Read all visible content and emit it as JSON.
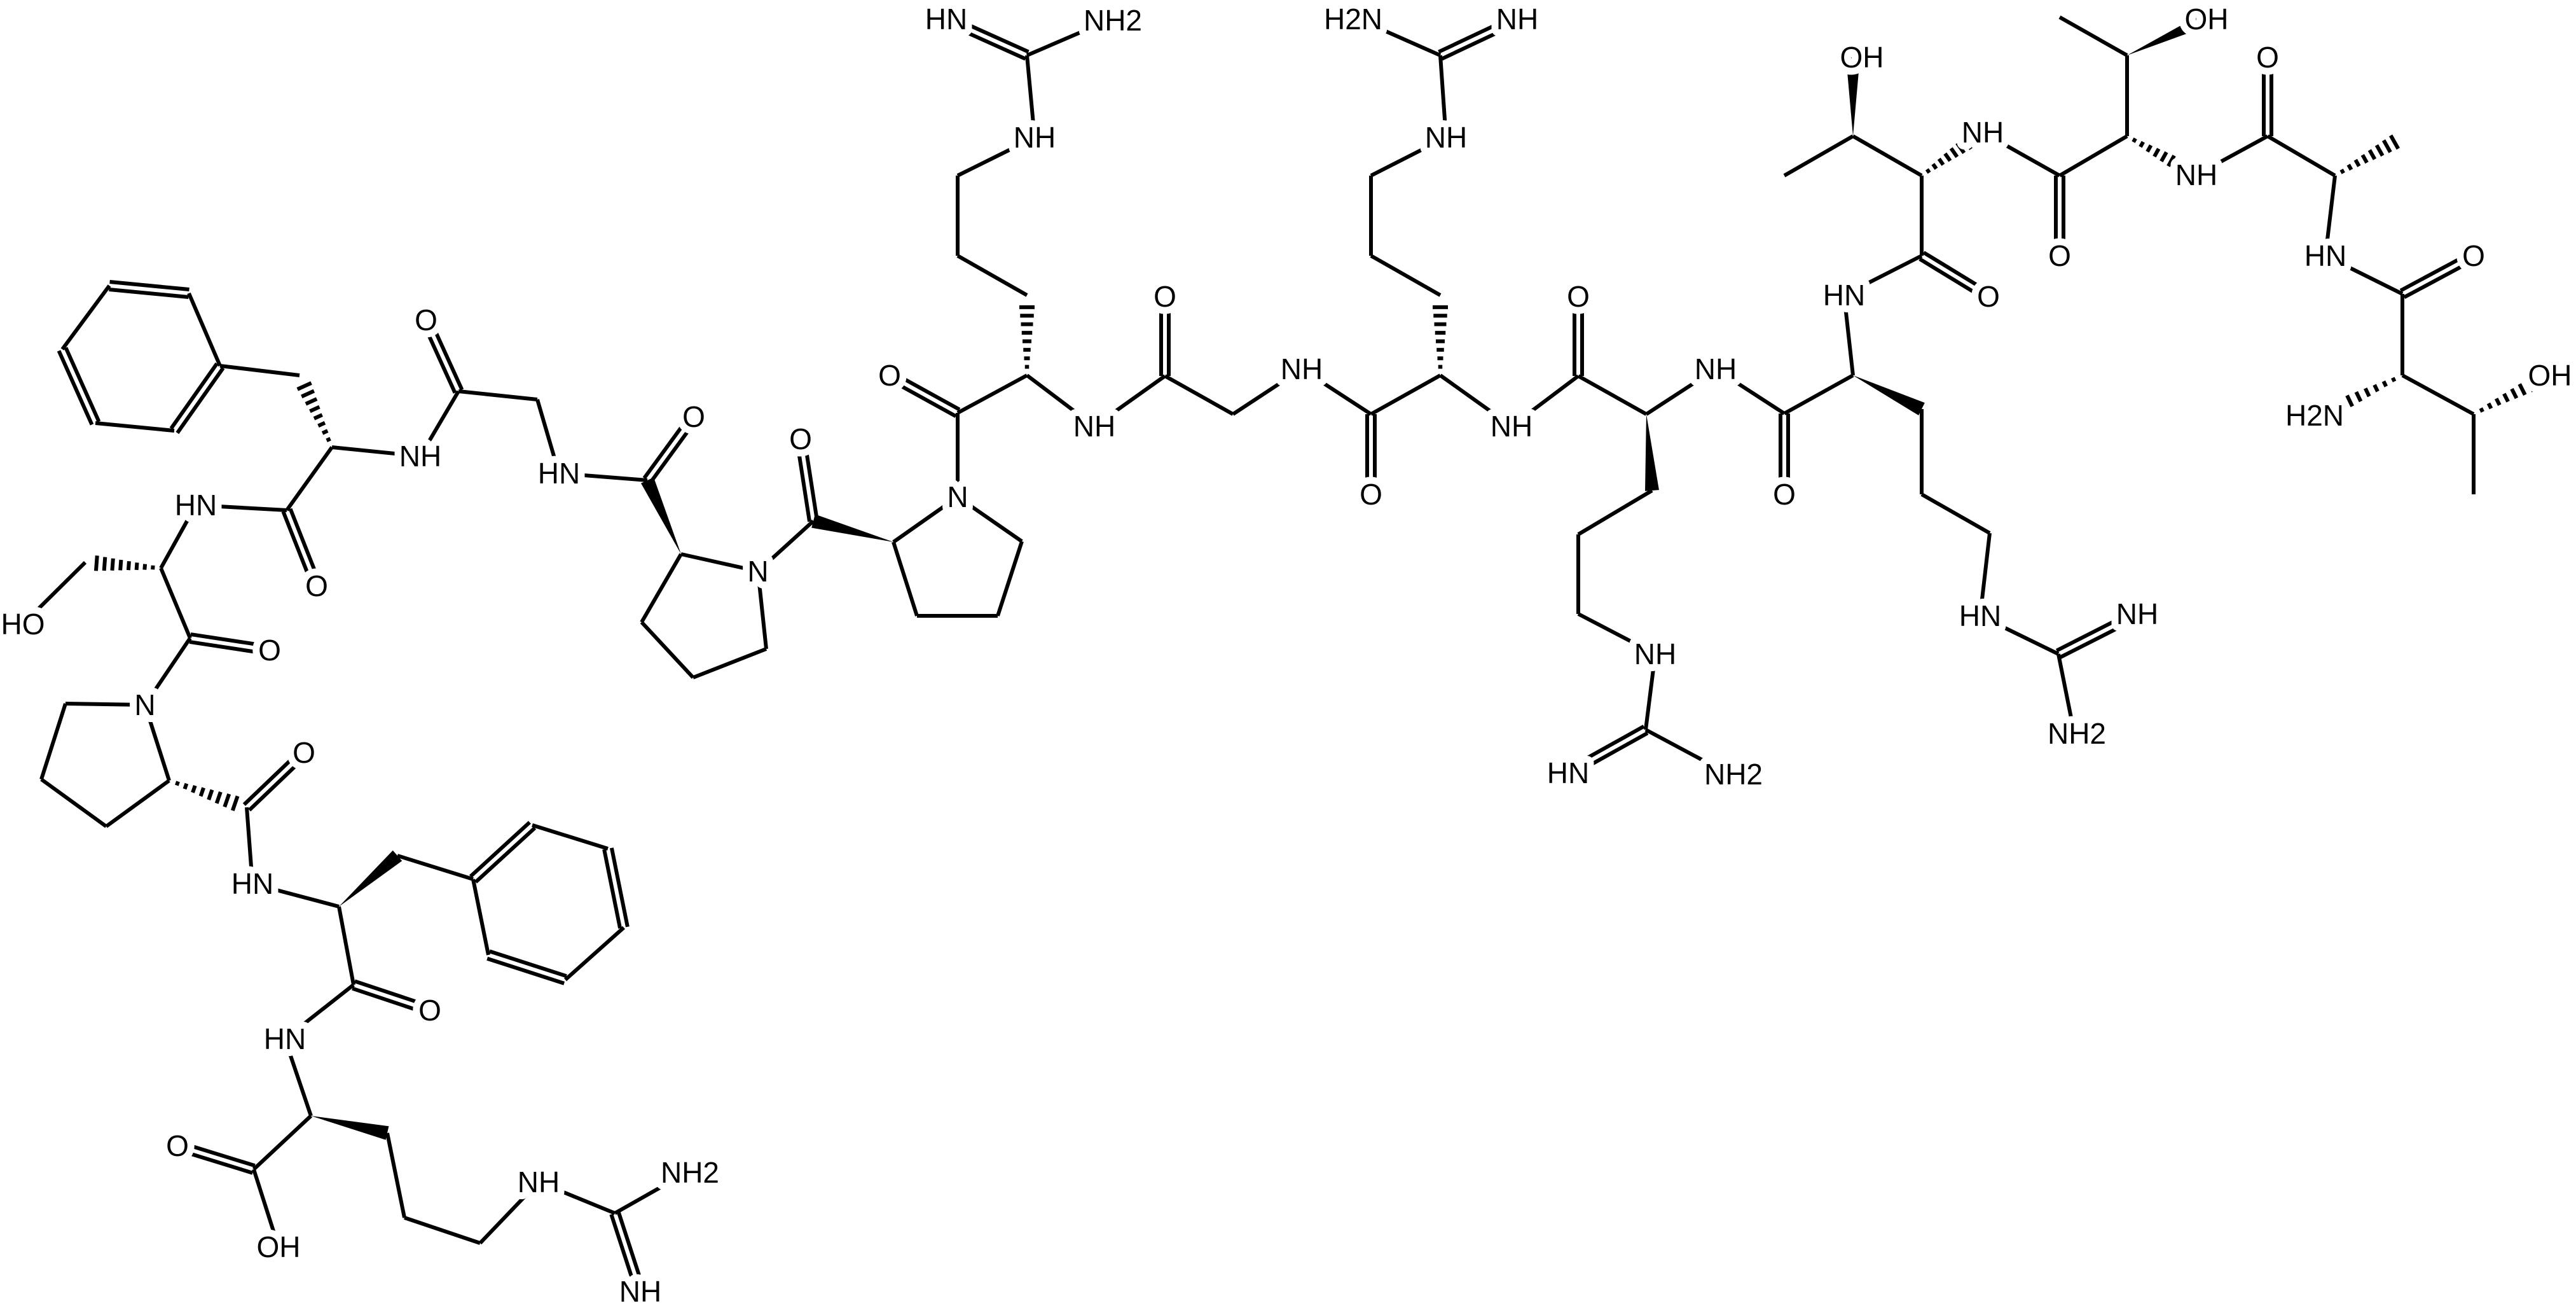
{
  "figure": {
    "type": "skeletal-structure",
    "background_color": "#ffffff",
    "bond_color": "#000000"
  },
  "labels": [
    "NH",
    "O",
    "HN",
    "O",
    "N",
    "O",
    "HN",
    "O",
    "HO",
    "O",
    "N",
    "O",
    "HN",
    "O",
    "HN",
    "O",
    "OH",
    "NH",
    "NH2",
    "NH",
    "N",
    "O",
    "NH",
    "HN",
    "NH2",
    "NH",
    "O",
    "NH",
    "O",
    "NH",
    "H2N",
    "NH",
    "NH",
    "O",
    "NH",
    "HN",
    "NH2",
    "NH",
    "O",
    "HN",
    "NH",
    "NH2",
    "HN",
    "O",
    "OH",
    "NH",
    "O",
    "OH",
    "NH",
    "O",
    "HN",
    "O",
    "H2N",
    "OH"
  ]
}
